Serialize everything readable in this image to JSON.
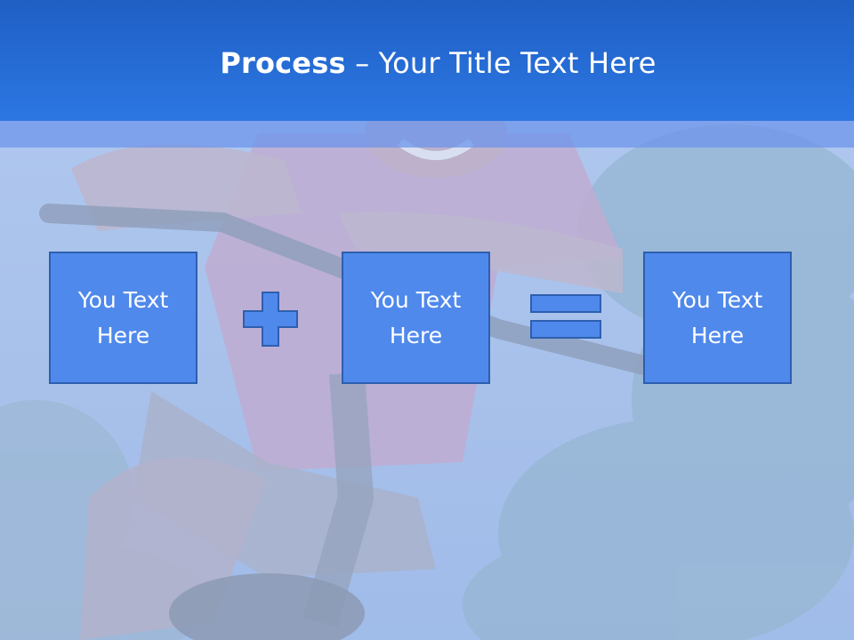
{
  "slide": {
    "title_bold": "Process",
    "title_rest": " – Your Title Text Here"
  },
  "boxes": [
    {
      "text": "You Text Here"
    },
    {
      "text": "You Text Here"
    },
    {
      "text": "You Text Here"
    }
  ],
  "operators": {
    "first": "plus-icon",
    "second": "equals-icon"
  },
  "colors": {
    "header": "#2c77e3",
    "box_fill": "#4f89ec",
    "box_border": "#2d5fae",
    "text": "#ffffff"
  },
  "background": {
    "description_icon": "cyclist-photo"
  }
}
